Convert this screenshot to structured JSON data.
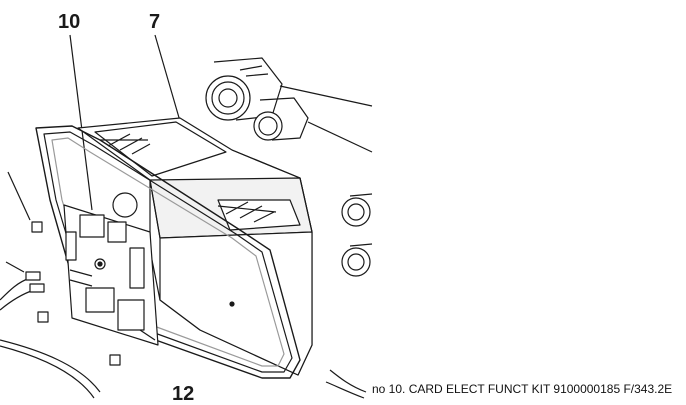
{
  "callouts": {
    "ten": "10",
    "seven": "7",
    "twelve": "12"
  },
  "caption": "no 10. CARD ELECT FUNCT KIT 9100000185 F/343.2E",
  "colors": {
    "line": "#1a1a1a",
    "shade": "#9a9a9a",
    "background": "#ffffff"
  }
}
